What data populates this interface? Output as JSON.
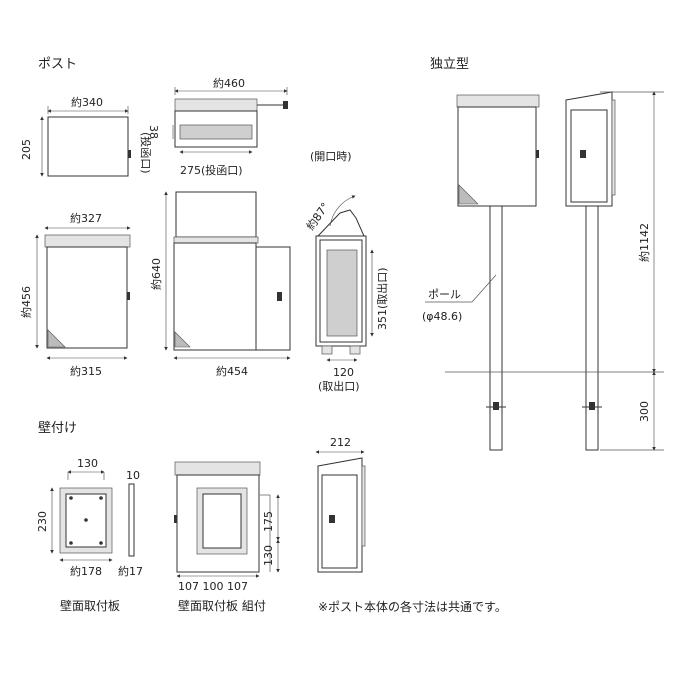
{
  "sections": {
    "post": "ポスト",
    "standalone": "独立型",
    "wall": "壁付け"
  },
  "post": {
    "top_view": {
      "width": "約340",
      "depth": "205"
    },
    "slot_view": {
      "width": "約460",
      "slot_h": "38",
      "slot_label": "(投函口)",
      "slot_w": "275(投函口)"
    },
    "open_label": "(開口時)",
    "front": {
      "top_w": "約327",
      "height": "約456",
      "bottom_w": "約315"
    },
    "open_front": {
      "height": "約640",
      "width": "約454"
    },
    "side_open": {
      "angle": "約87°",
      "opening_h": "351(取出口)",
      "opening_w": "120",
      "opening_w_label": "(取出口)"
    }
  },
  "standalone": {
    "height": "約1142",
    "ground": "300",
    "pole_label": "ポール",
    "pole_dia": "(φ48.6)"
  },
  "wall": {
    "plate_w": "130",
    "plate_h": "230",
    "plate_bottom": "約178",
    "plate_thick": "10",
    "plate_depth": "約17",
    "plate_caption": "壁面取付板",
    "assembly_h1": "175",
    "assembly_h2": "130",
    "assembly_w": "107 100 107",
    "assembly_caption": "壁面取付板 組付",
    "side_w": "212"
  },
  "note": "※ポスト本体の各寸法は共通です。"
}
